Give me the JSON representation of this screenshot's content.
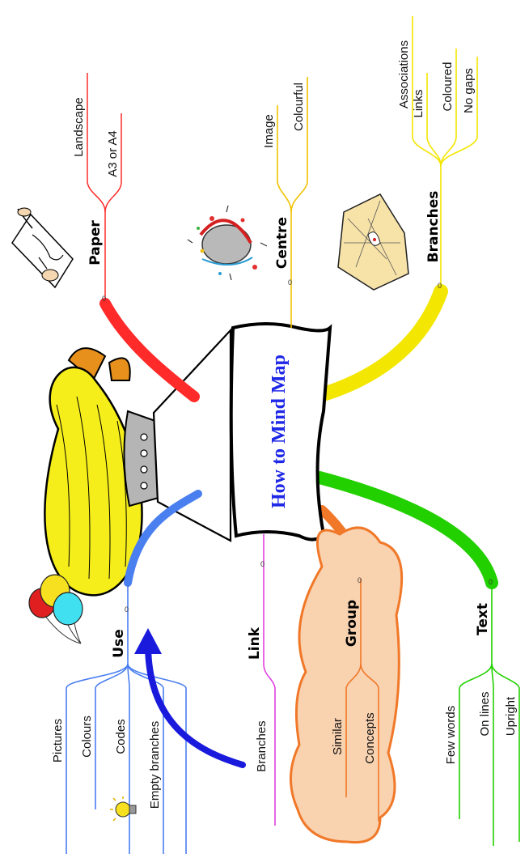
{
  "title": "How to Mind Map",
  "branches": {
    "paper": {
      "label": "Paper",
      "items": [
        "Landscape",
        "A3 or A4"
      ]
    },
    "centre": {
      "label": "Centre",
      "items": [
        "Image",
        "Colourful"
      ]
    },
    "branches": {
      "label": "Branches",
      "items": [
        "Associations",
        "Links",
        "Coloured",
        "No gaps"
      ]
    },
    "use": {
      "label": "Use",
      "items": [
        "Pictures",
        "Colours",
        "Codes",
        "Empty branches"
      ]
    },
    "link": {
      "label": "Link",
      "items": [
        "Branches"
      ]
    },
    "group": {
      "label": "Group",
      "items": [
        "Similar",
        "Concepts"
      ]
    },
    "text": {
      "label": "Text",
      "items": [
        "Few words",
        "On lines",
        "Upright"
      ]
    }
  },
  "node_marker": "0",
  "colors": {
    "paper": "#ff2a2a",
    "centre": "#f2c200",
    "branches": "#f3e600",
    "use": "#4a7ff0",
    "link": "#e040e0",
    "group": "#f07828",
    "text": "#22d000",
    "title": "#1e28e6",
    "group_fill": "#f9d2b0"
  },
  "icons": [
    "airship-icon",
    "hand-drawing-icon",
    "globe-splash-icon",
    "map-sheet-icon",
    "balloons-icon",
    "lightbulb-icon",
    "arrow-icon"
  ]
}
